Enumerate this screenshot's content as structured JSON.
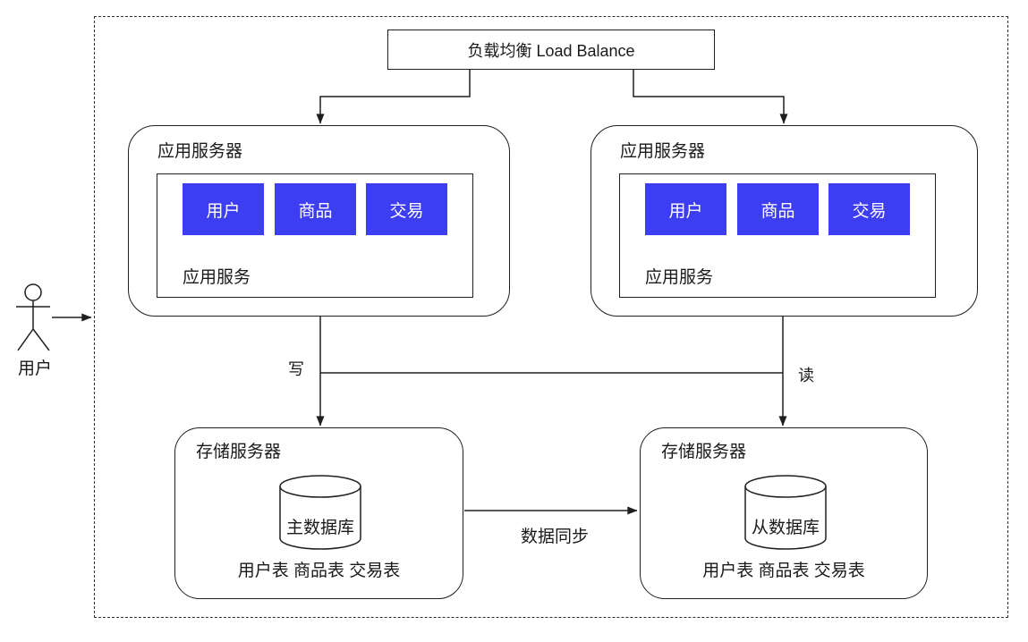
{
  "colors": {
    "module_fill": "#3d3df2",
    "module_text": "#ffffff",
    "line": "#1f1f1f",
    "text": "#1a1a1a",
    "background": "#ffffff"
  },
  "diagram": {
    "actor": {
      "label": "用户"
    },
    "load_balancer": {
      "label": "负载均衡 Load Balance"
    },
    "app_servers": [
      {
        "title": "应用服务器",
        "modules": [
          "用户",
          "商品",
          "交易"
        ],
        "service_label": "应用服务"
      },
      {
        "title": "应用服务器",
        "modules": [
          "用户",
          "商品",
          "交易"
        ],
        "service_label": "应用服务"
      }
    ],
    "storage_servers": [
      {
        "title": "存储服务器",
        "database": "主数据库",
        "tables": "用户表 商品表 交易表"
      },
      {
        "title": "存储服务器",
        "database": "从数据库",
        "tables": "用户表 商品表 交易表"
      }
    ],
    "edges": {
      "write": "写",
      "read": "读",
      "sync": "数据同步"
    }
  }
}
